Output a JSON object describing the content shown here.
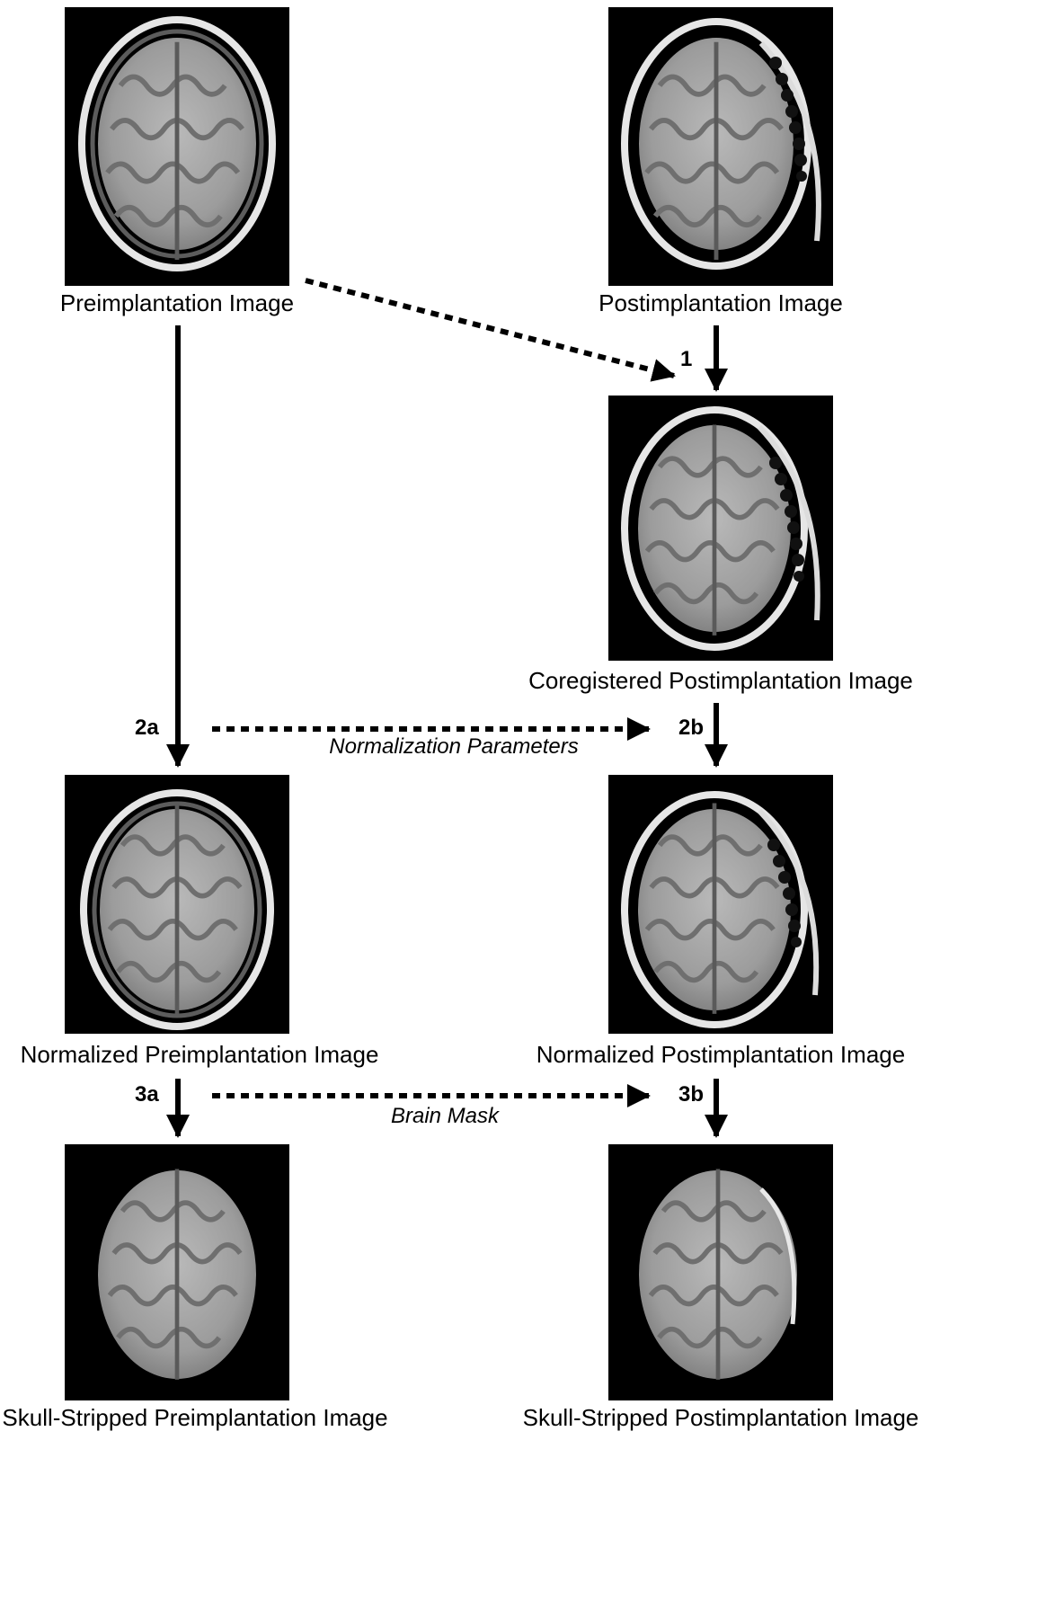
{
  "images": {
    "pre": {
      "caption": "Preimplantation Image"
    },
    "post": {
      "caption": "Postimplantation Image"
    },
    "coreg": {
      "caption": "Coregistered Postimplantation Image"
    },
    "norm_pre": {
      "caption": "Normalized Preimplantation Image"
    },
    "norm_post": {
      "caption": "Normalized Postimplantation Image"
    },
    "skull_pre": {
      "caption": "Skull-Stripped Preimplantation Image"
    },
    "skull_post": {
      "caption": "Skull-Stripped Postimplantation Image"
    }
  },
  "steps": {
    "s1": "1",
    "s2a": "2a",
    "s2b": "2b",
    "s3a": "3a",
    "s3b": "3b"
  },
  "parameters": {
    "normalization": "Normalization Parameters",
    "brain_mask": "Brain Mask"
  },
  "colors": {
    "background": "#ffffff",
    "scan_background": "#000000",
    "arrow": "#000000"
  }
}
